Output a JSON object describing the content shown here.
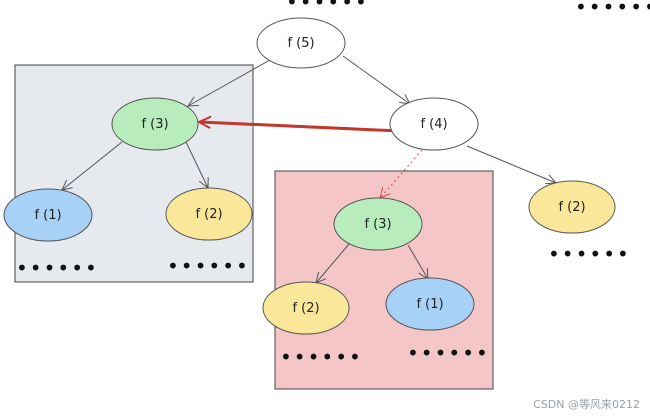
{
  "colors": {
    "gray_region": "#e6e9ee",
    "red_region": "#f5c6c8",
    "green_node": "#b9ecbd",
    "blue_node": "#a8d1f7",
    "yellow_node": "#fbe79a",
    "white_node": "#ffffff",
    "reuse_arrow": "#c0392b",
    "edge": "#555555"
  },
  "nodes": {
    "root": "f (5)",
    "left_f3": "f (3)",
    "right_f4": "f (4)",
    "left_f1": "f (1)",
    "left_f2": "f (2)",
    "red_f3": "f (3)",
    "right_f2": "f (2)",
    "red_f2": "f (2)",
    "red_f1": "f (1)"
  },
  "ellipsis": "••••••",
  "watermark": "CSDN @等风来0212"
}
